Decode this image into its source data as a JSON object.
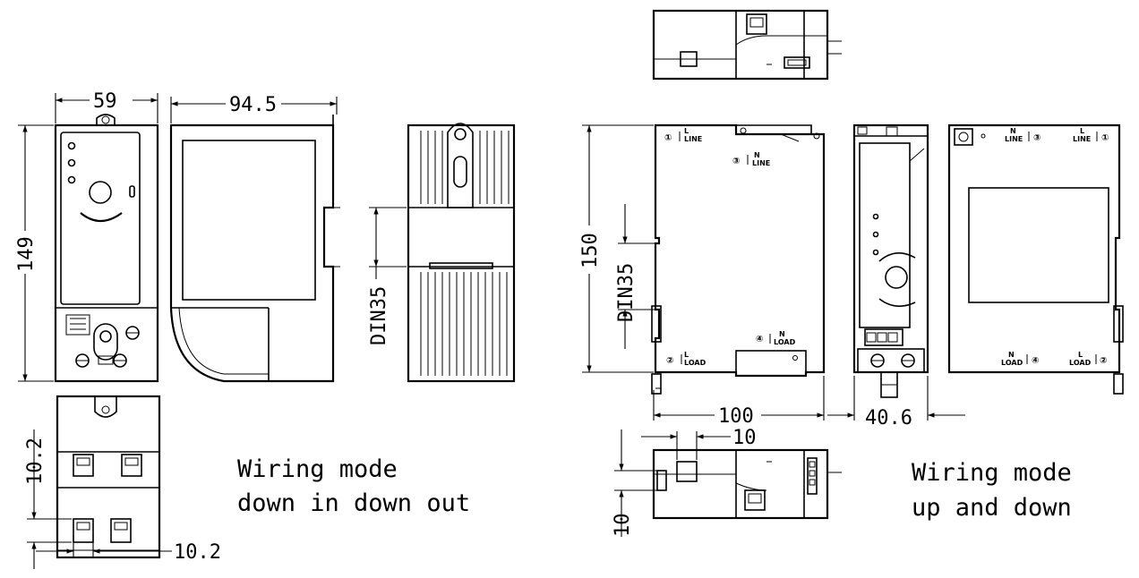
{
  "dimensions": {
    "left_width": "59",
    "left_depth": "94.5",
    "left_height": "149",
    "din_left": "DIN35",
    "left_spacing_v": "10.2",
    "left_spacing_h": "10.2",
    "right_height": "150",
    "din_right": "DIN35",
    "right_width": "100",
    "right_depth": "40.6",
    "right_spacing_h": "10",
    "right_spacing_v": "10"
  },
  "captions": {
    "left_line1": "Wiring mode",
    "left_line2": "down in down out",
    "right_line1": "Wiring mode",
    "right_line2": "up and down"
  },
  "terminals": {
    "t1_num": "①",
    "t2_num": "②",
    "t3_num": "③",
    "t4_num": "④",
    "l": "L",
    "n": "N",
    "line": "LINE",
    "load": "LOAD"
  }
}
